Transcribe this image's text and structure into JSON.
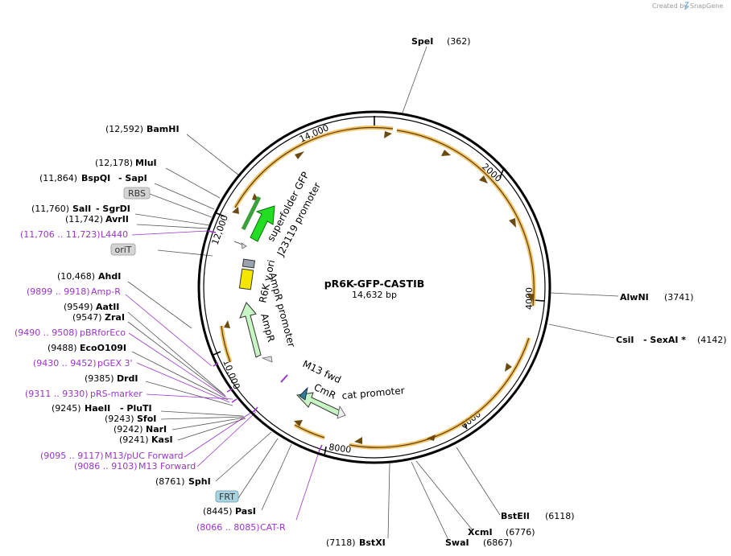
{
  "credit": {
    "text": "Created by",
    "brand": "SnapGene"
  },
  "plasmid": {
    "name": "pR6K-GFP-CASTIB",
    "length_label": "14,632 bp"
  },
  "ticks": {
    "t14000": "14,000",
    "t2000": "2000",
    "t4000": "4000",
    "t6000": "6000",
    "t8000": "8000",
    "t10000": "10,000",
    "t12000": "12,000"
  },
  "features": {
    "gfp": "superfolder GFP",
    "j23119": "J23119 promoter",
    "r6k": "R6K γ ori",
    "ampr_promoter": "AmpR promoter",
    "ampr": "AmpR",
    "m13fwd": "M13 fwd",
    "cmr": "CmR",
    "cat": "cat promoter"
  },
  "sites": [
    {
      "pos": "(362)",
      "name": "SpeI",
      "extra": ""
    },
    {
      "pos": "(12,592)",
      "name": "BamHI",
      "extra": ""
    },
    {
      "pos": "(12,178)",
      "name": "MluI",
      "extra": ""
    },
    {
      "pos": "(11,864)",
      "name": "BspQI",
      "extra": "- SapI"
    },
    {
      "pos": "(11,760)",
      "name": "SalI",
      "extra": "- SgrDI"
    },
    {
      "pos": "(11,742)",
      "name": "AvrII",
      "extra": ""
    },
    {
      "pos": "(10,468)",
      "name": "AhdI",
      "extra": ""
    },
    {
      "pos": "(9549)",
      "name": "AatII",
      "extra": ""
    },
    {
      "pos": "(9547)",
      "name": "ZraI",
      "extra": ""
    },
    {
      "pos": "(9488)",
      "name": "EcoO109I",
      "extra": ""
    },
    {
      "pos": "(9385)",
      "name": "DrdI",
      "extra": ""
    },
    {
      "pos": "(9245)",
      "name": "HaeII",
      "extra": "- PluTI"
    },
    {
      "pos": "(9243)",
      "name": "SfoI",
      "extra": ""
    },
    {
      "pos": "(9242)",
      "name": "NarI",
      "extra": ""
    },
    {
      "pos": "(9241)",
      "name": "KasI",
      "extra": ""
    },
    {
      "pos": "(8761)",
      "name": "SphI",
      "extra": ""
    },
    {
      "pos": "(8445)",
      "name": "PasI",
      "extra": ""
    },
    {
      "pos": "(7118)",
      "name": "BstXI",
      "extra": ""
    },
    {
      "pos": "(6867)",
      "name": "SwaI",
      "extra": ""
    },
    {
      "pos": "(6776)",
      "name": "XcmI",
      "extra": ""
    },
    {
      "pos": "(6118)",
      "name": "BstEII",
      "extra": ""
    },
    {
      "pos": "(3741)",
      "name": "AlwNI",
      "extra": ""
    },
    {
      "pos": "(4142)",
      "name": "CsiI",
      "extra": "- SexAI *"
    }
  ],
  "primers": [
    {
      "range": "(11,706 .. 11,723)",
      "name": "L4440"
    },
    {
      "range": "(9899 .. 9918)",
      "name": "Amp-R"
    },
    {
      "range": "(9490 .. 9508)",
      "name": "pBRforEco"
    },
    {
      "range": "(9430 .. 9452)",
      "name": "pGEX 3'"
    },
    {
      "range": "(9311 .. 9330)",
      "name": "pRS-marker"
    },
    {
      "range": "(9095 .. 9117)",
      "name": "M13/pUC Forward"
    },
    {
      "range": "(9086 .. 9103)",
      "name": "M13 Forward"
    },
    {
      "range": "(8066 .. 8085)",
      "name": "CAT-R"
    }
  ],
  "badges": {
    "rbs": "RBS",
    "orit": "oriT",
    "frt": "FRT"
  },
  "colors": {
    "primer": "#9a34c9",
    "orf": "#f0b84a",
    "gfp": "#22dd22",
    "ampr": "#c8f5c4",
    "r6k": "#f5e600"
  }
}
